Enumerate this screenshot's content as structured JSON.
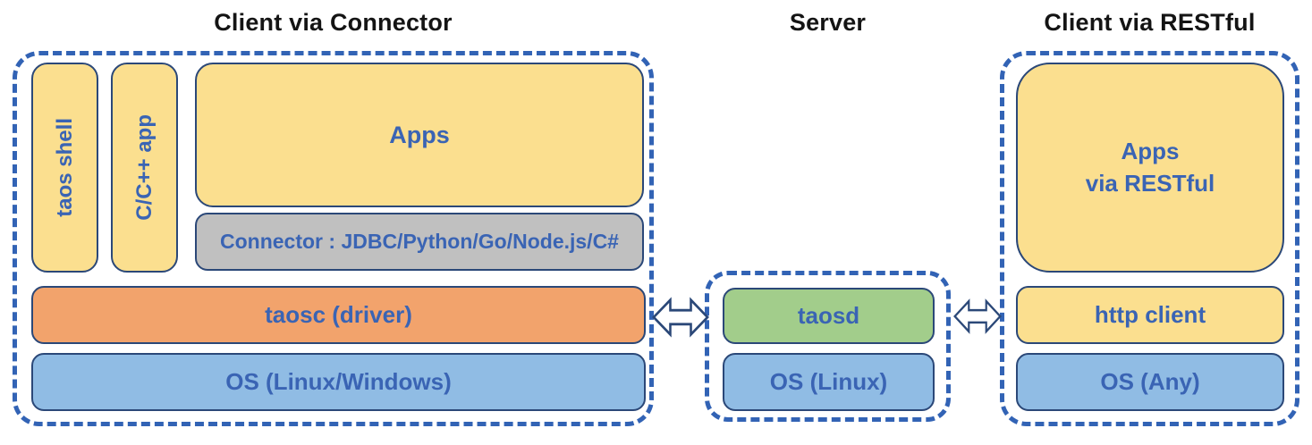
{
  "colors": {
    "dashed_border": "#3263B5",
    "box_border": "#2B4878",
    "label_blue": "#3A64B4",
    "title_black": "#141414",
    "yellow_fill": "#FBDF8F",
    "orange_fill": "#F2A36C",
    "blue_fill": "#90BCE4",
    "green_fill": "#A2CD8B",
    "gray_fill": "#C0C0C0"
  },
  "sections": {
    "connector_client": {
      "title": "Client via Connector",
      "taos_shell": "taos shell",
      "cpp_app": "C/C++ app",
      "apps": "Apps",
      "connector": "Connector : JDBC/Python/Go/Node.js/C#",
      "taosc": "taosc (driver)",
      "os": "OS (Linux/Windows)"
    },
    "server": {
      "title": "Server",
      "taosd": "taosd",
      "os": "OS (Linux)"
    },
    "restful_client": {
      "title": "Client via RESTful",
      "apps_line1": "Apps",
      "apps_line2": "via RESTful",
      "http_client": "http client",
      "os": "OS (Any)"
    }
  }
}
